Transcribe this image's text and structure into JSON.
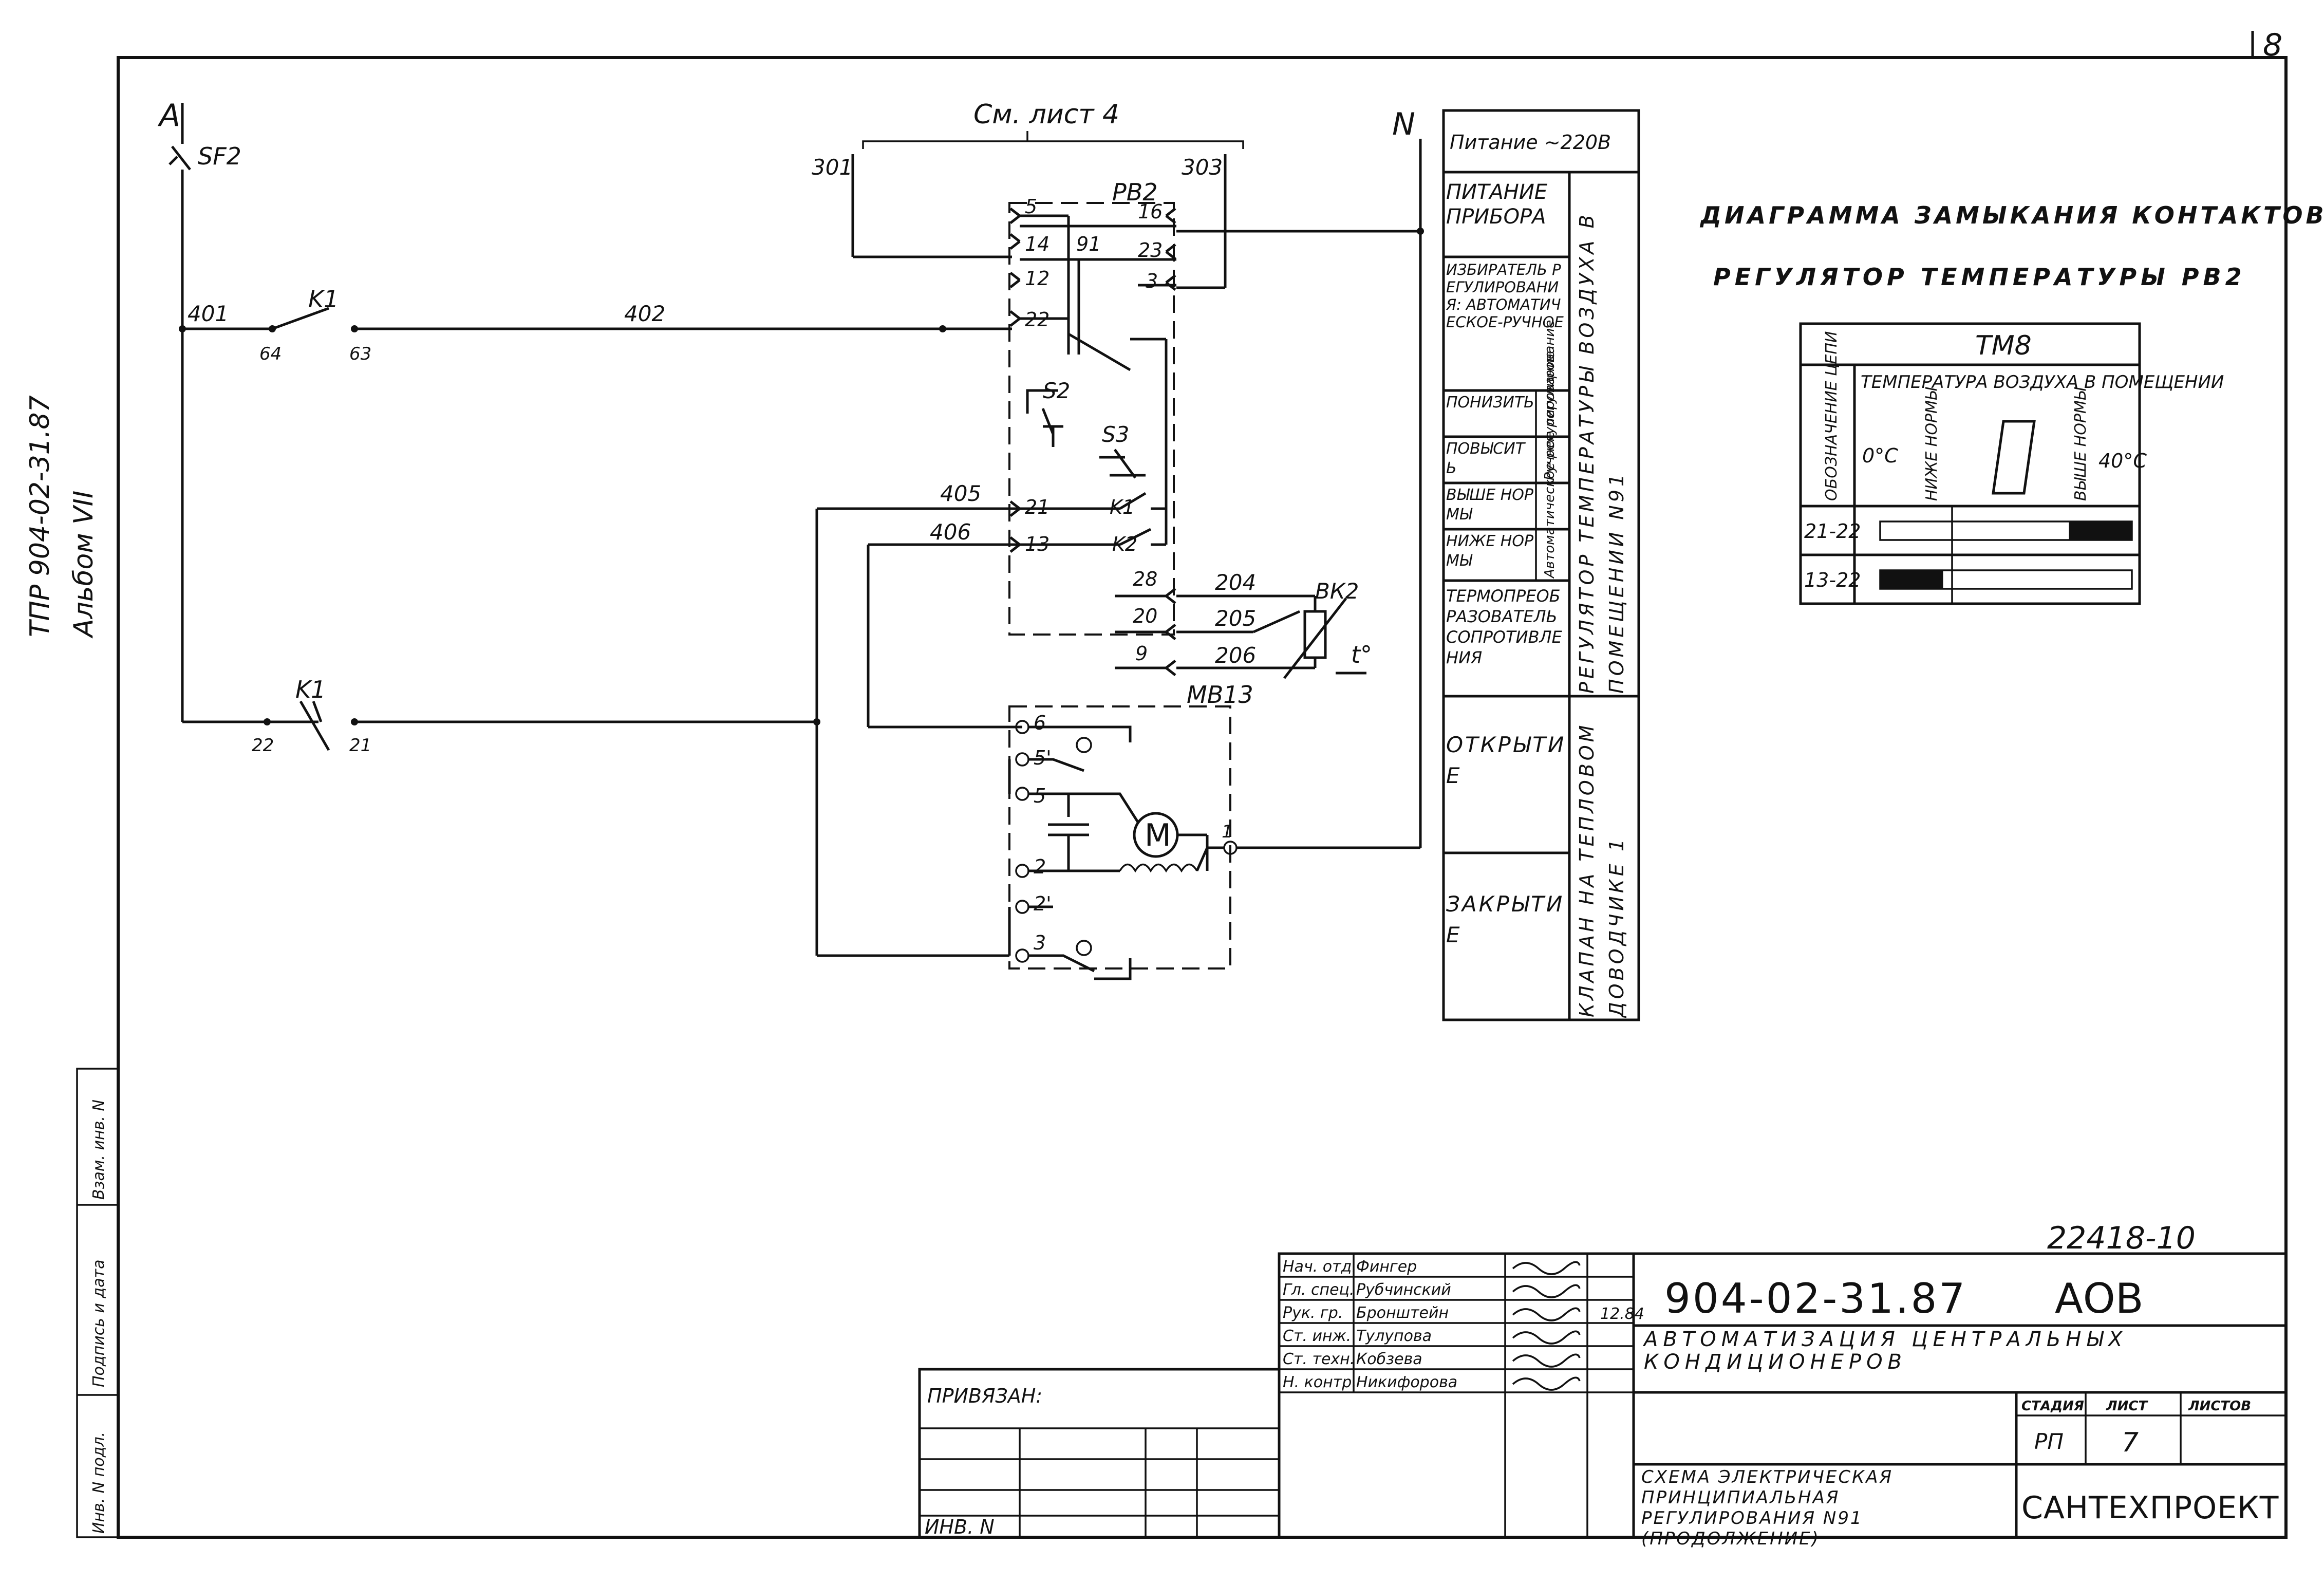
{
  "sheet_corner_number": "8",
  "side_stamp": {
    "line1": "ТПР 904-02-31.87",
    "line2": "Альбом VII",
    "cells": [
      "Инв. N подл.",
      "Подпись и дата",
      "Взам. инв. N"
    ]
  },
  "schematic": {
    "phase": "A",
    "neutral": "N",
    "breaker": "SF2",
    "reference_note": "См. лист 4",
    "wires": {
      "w301": "301",
      "w303": "303",
      "w401": "401",
      "w402": "402",
      "w405": "405",
      "w406": "406",
      "w204": "204",
      "w205": "205",
      "w206": "206"
    },
    "k1_top": {
      "label": "K1",
      "pin_a": "64",
      "pin_b": "63"
    },
    "k1_bottom": {
      "label": "K1",
      "pin_a": "22",
      "pin_b": "21"
    },
    "regulator": {
      "label": "РВ2",
      "pins": [
        "5",
        "14",
        "91",
        "12",
        "22",
        "21",
        "13",
        "16",
        "23",
        "3",
        "28",
        "20",
        "9"
      ],
      "switches": [
        "S2",
        "S3"
      ],
      "relays": [
        "K1",
        "K2"
      ]
    },
    "sensor": {
      "label": "ВК2",
      "symbol": "t°"
    },
    "actuator": {
      "label": "МВ13",
      "pins": [
        "6",
        "5'",
        "5",
        "2",
        "2'",
        "3",
        "1"
      ],
      "motor": "M"
    }
  },
  "legend": {
    "power": "Питание ~220В",
    "rows": [
      {
        "function": "Питание прибора"
      },
      {
        "function": "Избиратель регулирования: автоматическое-ручное"
      },
      {
        "function": "Понизить",
        "group": "Ручное регулирование"
      },
      {
        "function": "Повысить"
      },
      {
        "function": "Выше нормы",
        "group": "Автоматическое регулирование"
      },
      {
        "function": "Ниже нормы"
      },
      {
        "function": "Термопреобразователь сопротивления"
      },
      {
        "function": "Открытие"
      },
      {
        "function": "Закрытие"
      }
    ],
    "device_a": "Регулятор температуры воздуха в помещении N91",
    "device_b": "Клапан на тепловом доводчике 1"
  },
  "contact_diagram": {
    "title": "Диаграмма замыкания контактов",
    "subtitle": "Регулятор температуры РВ2",
    "device": "ТМ8",
    "col_circuit": "Обозначение цепи",
    "col_temp": "Температура воздуха в помещении",
    "scale_min": "0°C",
    "below_norm": "Ниже нормы",
    "above_norm": "Выше нормы",
    "scale_max": "40°C",
    "circuits": [
      {
        "name": "21-22",
        "closed_zone": "above_norm",
        "closed_fraction": [
          0.75,
          1.0
        ]
      },
      {
        "name": "13-22",
        "closed_zone": "below_norm",
        "closed_fraction": [
          0.0,
          0.25
        ]
      }
    ]
  },
  "title_block": {
    "archive_no": "22418-10",
    "doc_code": "904-02-31.87",
    "mark": "АОВ",
    "project": "Автоматизация центральных кондиционеров",
    "drawing": "Схема электрическая принципиальная регулирования N91 (продолжение)",
    "organization": "САНТЕХПРОЕКТ",
    "stage_label": "Стадия",
    "sheet_label": "Лист",
    "sheets_label": "Листов",
    "stage": "РП",
    "sheet": "7",
    "attached": "Привязан:",
    "inv_no": "Инв. N",
    "date_mark": "12.84",
    "signatures": [
      {
        "role": "Нач. отд.",
        "name": "Фингер"
      },
      {
        "role": "Гл. спец.",
        "name": "Рубчинский"
      },
      {
        "role": "Рук. гр.",
        "name": "Бронштейн"
      },
      {
        "role": "Ст. инж.",
        "name": "Тулупова"
      },
      {
        "role": "Ст. техн.",
        "name": "Кобзева"
      },
      {
        "role": "Н. контр.",
        "name": "Никифорова"
      }
    ]
  }
}
